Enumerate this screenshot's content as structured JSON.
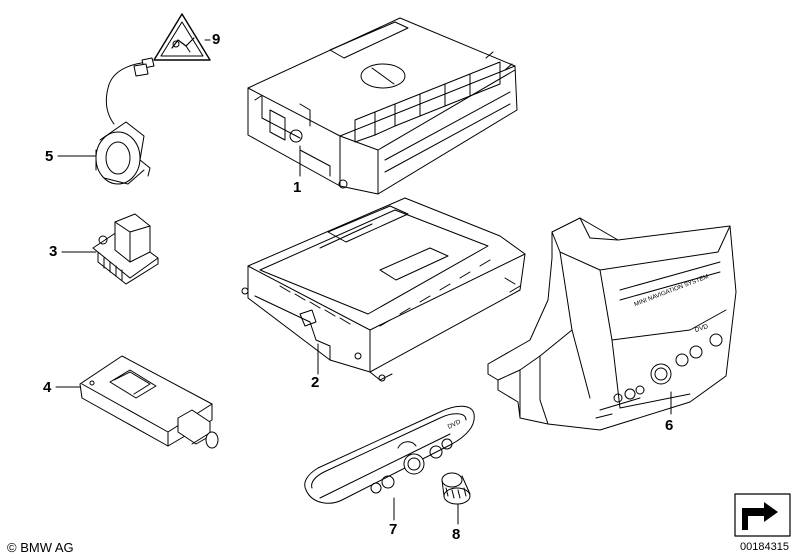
{
  "callouts": {
    "c1": "1",
    "c2": "2",
    "c3": "3",
    "c4": "4",
    "c5": "5",
    "c6": "6",
    "c7": "7",
    "c8": "8",
    "c9": "9"
  },
  "labels": {
    "navigation_system": "MINI NAVIGATION SYSTEM",
    "dvd_unit": "DVD",
    "dvd_mirror": "DVD"
  },
  "footer": {
    "copyright": "© BMW AG",
    "diagram_id": "00184315"
  },
  "icons": {
    "warning": "electrostatic-warning-icon",
    "nav_arrow": "navigation-arrow-icon"
  }
}
